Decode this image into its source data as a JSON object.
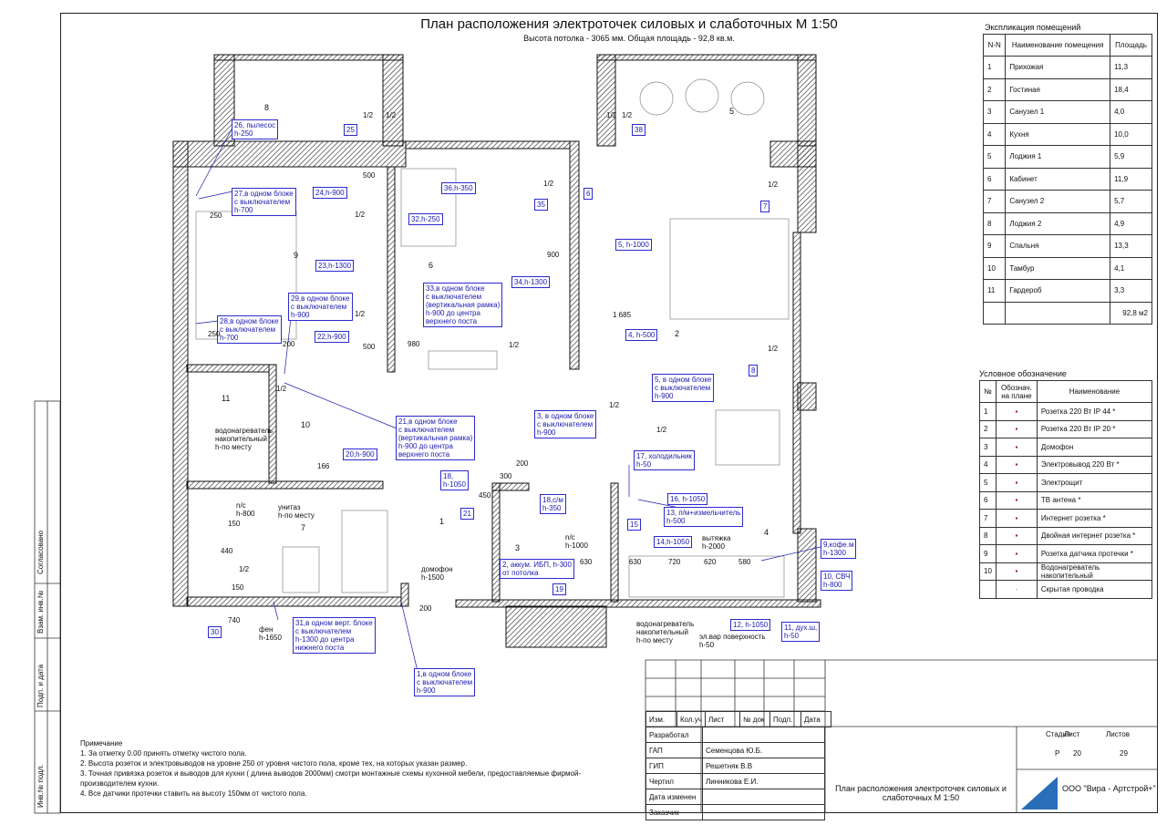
{
  "title": "План расположения электроточек силовых и слаботочных М 1:50",
  "subtitle": "Высота потолка - 3065 мм. Общая площадь - 92,8 кв.м.",
  "explication": {
    "caption": "Экспликация помещений",
    "headers": [
      "N-N",
      "Наименование помещения",
      "Площадь"
    ],
    "rows": [
      [
        "1",
        "Прихожая",
        "11,3"
      ],
      [
        "2",
        "Гостиная",
        "18,4"
      ],
      [
        "3",
        "Санузел 1",
        "4,0"
      ],
      [
        "4",
        "Кухня",
        "10,0"
      ],
      [
        "5",
        "Лоджия 1",
        "5,9"
      ],
      [
        "6",
        "Кабинет",
        "11,9"
      ],
      [
        "7",
        "Санузел 2",
        "5,7"
      ],
      [
        "8",
        "Лоджия 2",
        "4,9"
      ],
      [
        "9",
        "Спальня",
        "13,3"
      ],
      [
        "10",
        "Тамбур",
        "4,1"
      ],
      [
        "11",
        "Гардероб",
        "3,3"
      ],
      [
        "",
        "",
        "92,8 м2"
      ]
    ]
  },
  "legend": {
    "caption": "Условное обозначение",
    "headers": [
      "№",
      "Обознач. на плане",
      "Наименование"
    ],
    "rows": [
      [
        "1",
        "Розетка 220 Вт IP 44 *"
      ],
      [
        "2",
        "Розетка 220 Вт  IP 20 *"
      ],
      [
        "3",
        "Домофон"
      ],
      [
        "4",
        "Электровывод  220 Вт *"
      ],
      [
        "5",
        "Электрощит"
      ],
      [
        "6",
        "ТВ антена *"
      ],
      [
        "7",
        "Интернет розетка *"
      ],
      [
        "8",
        "Двойная интернет розетка *"
      ],
      [
        "9",
        "Розетка датчика протечки *"
      ],
      [
        "10",
        "Водонагреватель накопительный"
      ],
      [
        "",
        "Скрытая проводка"
      ]
    ]
  },
  "rooms": [
    "1",
    "2",
    "3",
    "4",
    "5",
    "6",
    "7",
    "8",
    "9",
    "10",
    "11"
  ],
  "labels": [
    "25",
    "38",
    "26, пылесос\nh-250",
    "27,в одном блоке\nс выключателем\nh-700",
    "24,h-900",
    "36,h-350",
    "32,h-250",
    "35",
    "6",
    "7",
    "23,h-1300",
    "5, h-1000",
    "34,h-1300",
    "33,в одном блоке\nс выключателем\n(вертикальная рамка)\nh-900 до центра\nверхнего поста",
    "29,в одном блоке\nс выключателем\nh-900",
    "28,в одном блоке\nс выключателем\nh-700",
    "22,h-900",
    "4, h-500",
    "8",
    "5, в одном блоке\nс выключателем\nh-900",
    "3, в одном блоке\nс выключателем\nh-900",
    "21,в одном блоке\nс выключателем\n(вертикальная рамка)\nh-900 до центра\nверхнего поста",
    "20,h-900",
    "17, холодильник\nh-50",
    "18,\nh-1050",
    "21",
    "18,с/м\nh-350",
    "16, h-1050",
    "13, п/м+измельчитель\nh-500",
    "15",
    "14,h-1050",
    "2, аккум. ИБП, h-300\nот потолка",
    "19",
    "9,кофе.м\nh-1300",
    "10, СВЧ\nh-800",
    "12, h-1050",
    "11, дух.ш,\nh-50",
    "30",
    "31,в одном верт. блоке\nс выключателем\nh-1300 до центра\nнижнего поста",
    "1,в одном блоке\nс выключателем\nh-900"
  ],
  "dims": [
    "1/2",
    "1/2",
    "1/2",
    "1/2",
    "500",
    "1/2",
    "1/2",
    "900",
    "1/2",
    "1/2",
    "1/2",
    "1 685",
    "500",
    "1/2",
    "980",
    "200",
    "1/2",
    "1/2",
    "1/2",
    "300",
    "200",
    "166",
    "450",
    "n/c\nh-800",
    "унитаз\nh-по месту",
    "150",
    "440",
    "1/2",
    "150",
    "740",
    "фен\nh-1650",
    "домофон\nh-1500",
    "200",
    "n/c\nh-1000",
    "вытяжка\nh-2000",
    "720",
    "620",
    "580",
    "630",
    "630",
    "водонагреватель\nнакопительный\nh-по месту",
    "эл.вар поверхность\nh-50",
    "водонагреватель\nнакопительный\nh-по месту",
    "250",
    "250"
  ],
  "notes": [
    "Примечание",
    "1. За отметку 0.00 принять отметку чистого пола.",
    "2. Высота розеток и электровыводов на уровне 250 от уровня чистого пола, кроме тех, на которых указан размер.",
    "3. Точная привязка розеток и выводов для кухни ( длина выводов 2000мм) смотри монтажные схемы кухонной мебели, предоставляемые фирмой-производителем кухни.",
    "4. Все датчики протечки ставить на высоту 150мм от чистого пола."
  ],
  "side_labels": [
    "Согласовано",
    "Взам. инв.№",
    "Подп. и дата",
    "Инв.№ подл."
  ],
  "stamp": {
    "header": [
      "Изм.",
      "Кол.уч",
      "Лист",
      "№ док",
      "Подп.",
      "Дата"
    ],
    "roles": [
      [
        "Разработал",
        ""
      ],
      [
        "ГАП",
        "Семенцова Ю.Б."
      ],
      [
        "ГИП",
        "Решетняк В.В"
      ],
      [
        "Чертил",
        "Линникова Е.И."
      ],
      [
        "Дата изменен",
        ""
      ],
      [
        "Заказчик",
        ""
      ]
    ],
    "stage_headers": [
      "Стадия",
      "Лист",
      "Листов"
    ],
    "stage_values": [
      "Р",
      "20",
      "29"
    ],
    "sheet_title": "План расположения электроточек силовых и слаботочных М 1:50",
    "company": "ООО \"Вира - Артстрой+\""
  }
}
